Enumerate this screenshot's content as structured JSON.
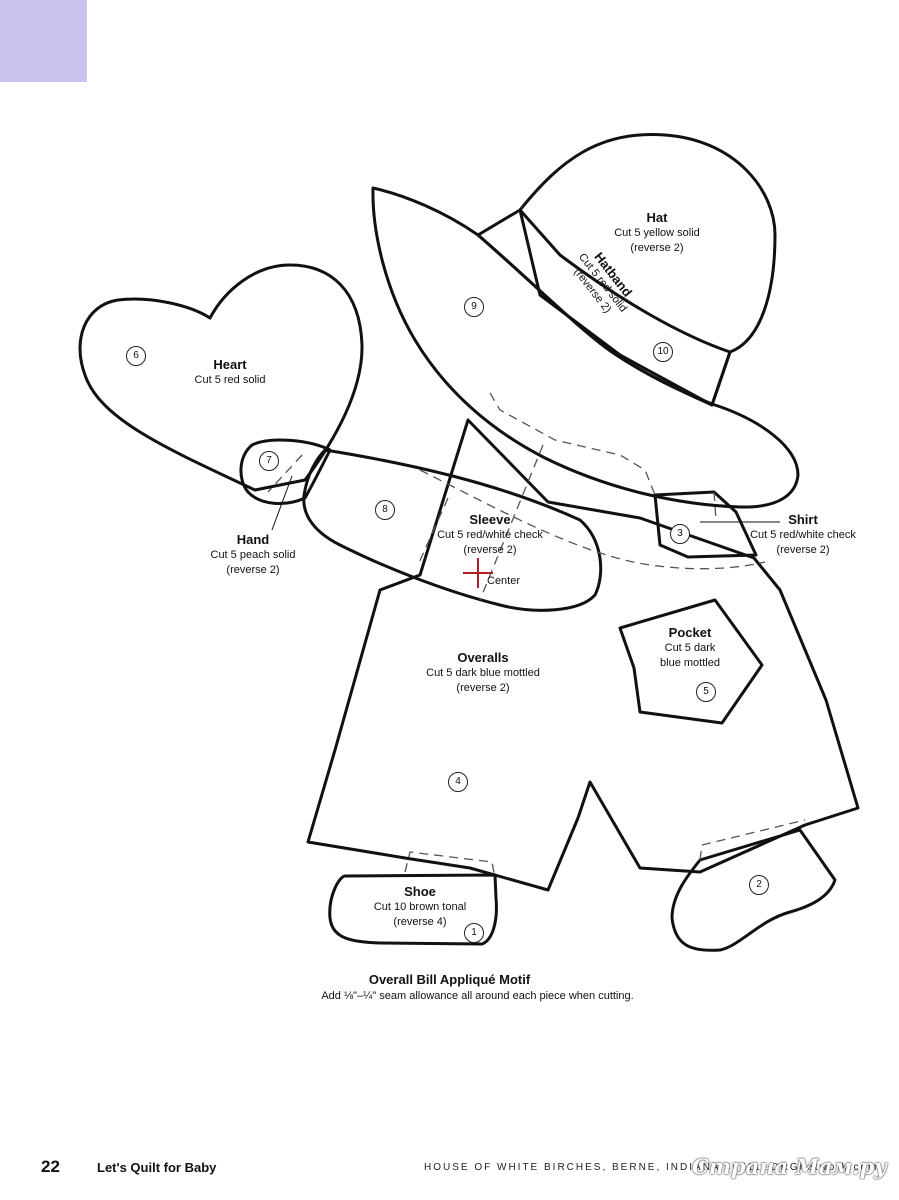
{
  "motif": {
    "title": "Overall Bill Appliqué Motif",
    "note": "Add ⅛\"–¼\" seam allowance all around each piece when cutting."
  },
  "pieces": {
    "hat": {
      "name": "Hat",
      "line1": "Cut 5 yellow solid",
      "line2": "(reverse 2)"
    },
    "hatband": {
      "name": "Hatband",
      "line1": "Cut 5 red solid",
      "line2": "(reverse 2)"
    },
    "heart": {
      "name": "Heart",
      "line1": "Cut 5 red solid"
    },
    "hand": {
      "name": "Hand",
      "line1": "Cut 5 peach solid",
      "line2": "(reverse 2)"
    },
    "sleeve": {
      "name": "Sleeve",
      "line1": "Cut 5 red/white check",
      "line2": "(reverse 2)",
      "center": "Center"
    },
    "shirt": {
      "name": "Shirt",
      "line1": "Cut 5 red/white check",
      "line2": "(reverse 2)"
    },
    "pocket": {
      "name": "Pocket",
      "line1": "Cut 5 dark",
      "line2": "blue mottled"
    },
    "overalls": {
      "name": "Overalls",
      "line1": "Cut 5 dark blue mottled",
      "line2": "(reverse 2)"
    },
    "shoe": {
      "name": "Shoe",
      "line1": "Cut 10 brown tonal",
      "line2": "(reverse 4)"
    }
  },
  "numbers": {
    "n1": "1",
    "n2": "2",
    "n3": "3",
    "n4": "4",
    "n5": "5",
    "n6": "6",
    "n7": "7",
    "n8": "8",
    "n9": "9",
    "n10": "10"
  },
  "footer": {
    "page_number": "22",
    "book_title": "Let's Quilt for Baby",
    "publisher": "HOUSE OF WHITE BIRCHES, BERNE, INDIANA 46711, DRGnetwork.com",
    "watermark": "Страна Мам.ру"
  }
}
